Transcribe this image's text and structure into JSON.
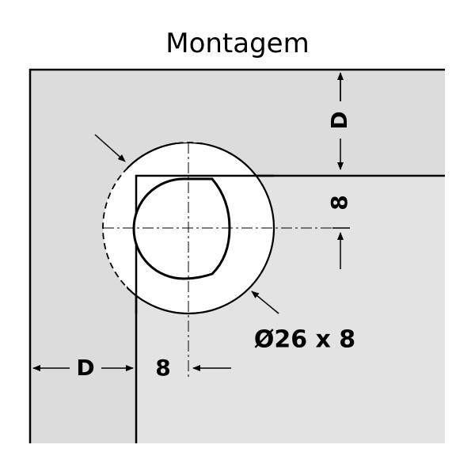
{
  "title": "Montagem",
  "labels": {
    "d_top": "D",
    "d_bottom": "D",
    "dim_8_vertical": "8",
    "dim_8_horizontal": "8",
    "bore_spec": "Ø26 x 8"
  },
  "colors": {
    "panel_gray": "#dcdcdc",
    "panel_light": "#e3e3e3",
    "stroke": "#000000",
    "background": "#ffffff"
  }
}
